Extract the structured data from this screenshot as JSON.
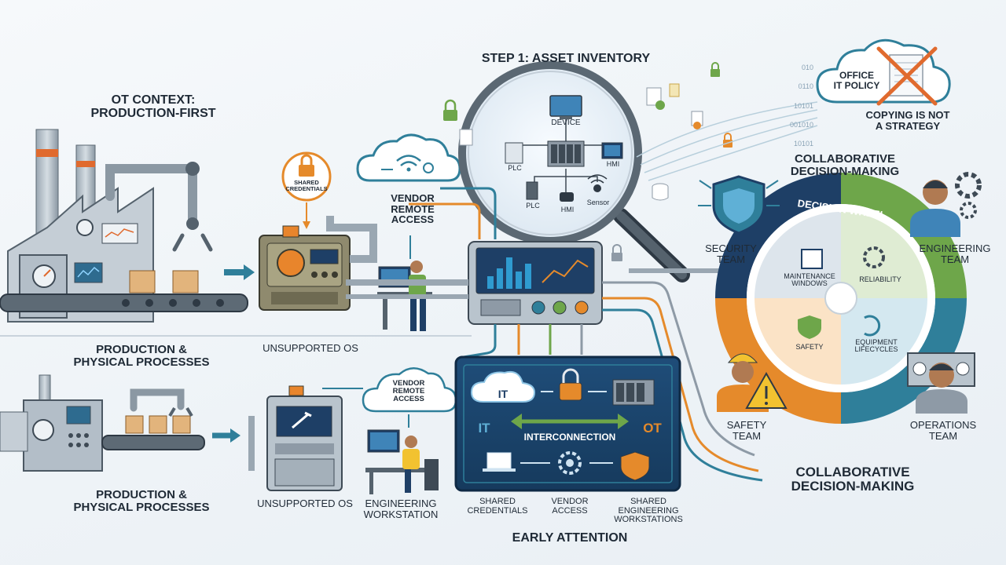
{
  "top": {
    "ot_context": "OT CONTEXT:\nPRODUCTION-FIRST",
    "step1": "STEP 1: ASSET INVENTORY",
    "shared_credentials_badge": "SHARED\nCREDENTIALS",
    "vendor_remote_access": "VENDOR\nREMOTE\nACCESS",
    "production_processes": "PRODUCTION &\nPHYSICAL PROCESSES",
    "unsupported_os": "UNSUPPORTED OS"
  },
  "inventory": {
    "device": "DEVICE",
    "plc1": "PLC",
    "hmi1": "HMI",
    "plc2": "PLC",
    "hmi2": "HMI",
    "sensor": "Sensor"
  },
  "office": {
    "label": "OFFICE\nIT POLICY",
    "caption": "COPYING IS NOT\nA STRATEGY",
    "binary": [
      "010",
      "0110",
      "10101",
      "001010",
      "10101"
    ]
  },
  "wheel": {
    "title": "COLLABORATIVE\nDECISION-MAKING",
    "ring_label": "DECISION WHEEL",
    "maintenance": "MAINTENANCE\nWINDOWS",
    "reliability": "RELIABILITY",
    "safety": "SAFETY",
    "equipment": "EQUIPMENT\nLIFECYCLES",
    "security_team": "SECURITY\nTEAM",
    "engineering_team": "ENGINEERING\nTEAM",
    "safety_team": "SAFETY\nTEAM",
    "operations_team": "OPERATIONS\nTEAM"
  },
  "bottom": {
    "production_processes": "PRODUCTION &\nPHYSICAL PROCESSES",
    "vendor_remote_access": "VENDOR\nREMOTE\nACCESS",
    "unsupported_os": "UNSUPPORTED OS",
    "engineering_workstation": "ENGINEERING\nWORKSTATION",
    "it": "IT",
    "it_side": "IT",
    "ot": "OT",
    "interconnection": "INTERCONNECTION",
    "shared_credentials": "SHARED\nCREDENTIALS",
    "vendor_access": "VENDOR\nACCESS",
    "shared_eng_ws": "SHARED\nENGINEERING\nWORKSTATIONS",
    "early_attention": "EARLY ATTENTION",
    "collab": "COLLABORATIVE\nDECISION-MAKING"
  },
  "colors": {
    "navy": "#1e3f66",
    "teal": "#2f7f9a",
    "orange": "#e58a2b",
    "green": "#6ea64a",
    "yellow": "#f2c230",
    "gray": "#8e9aa6",
    "dark": "#3e4a55"
  }
}
